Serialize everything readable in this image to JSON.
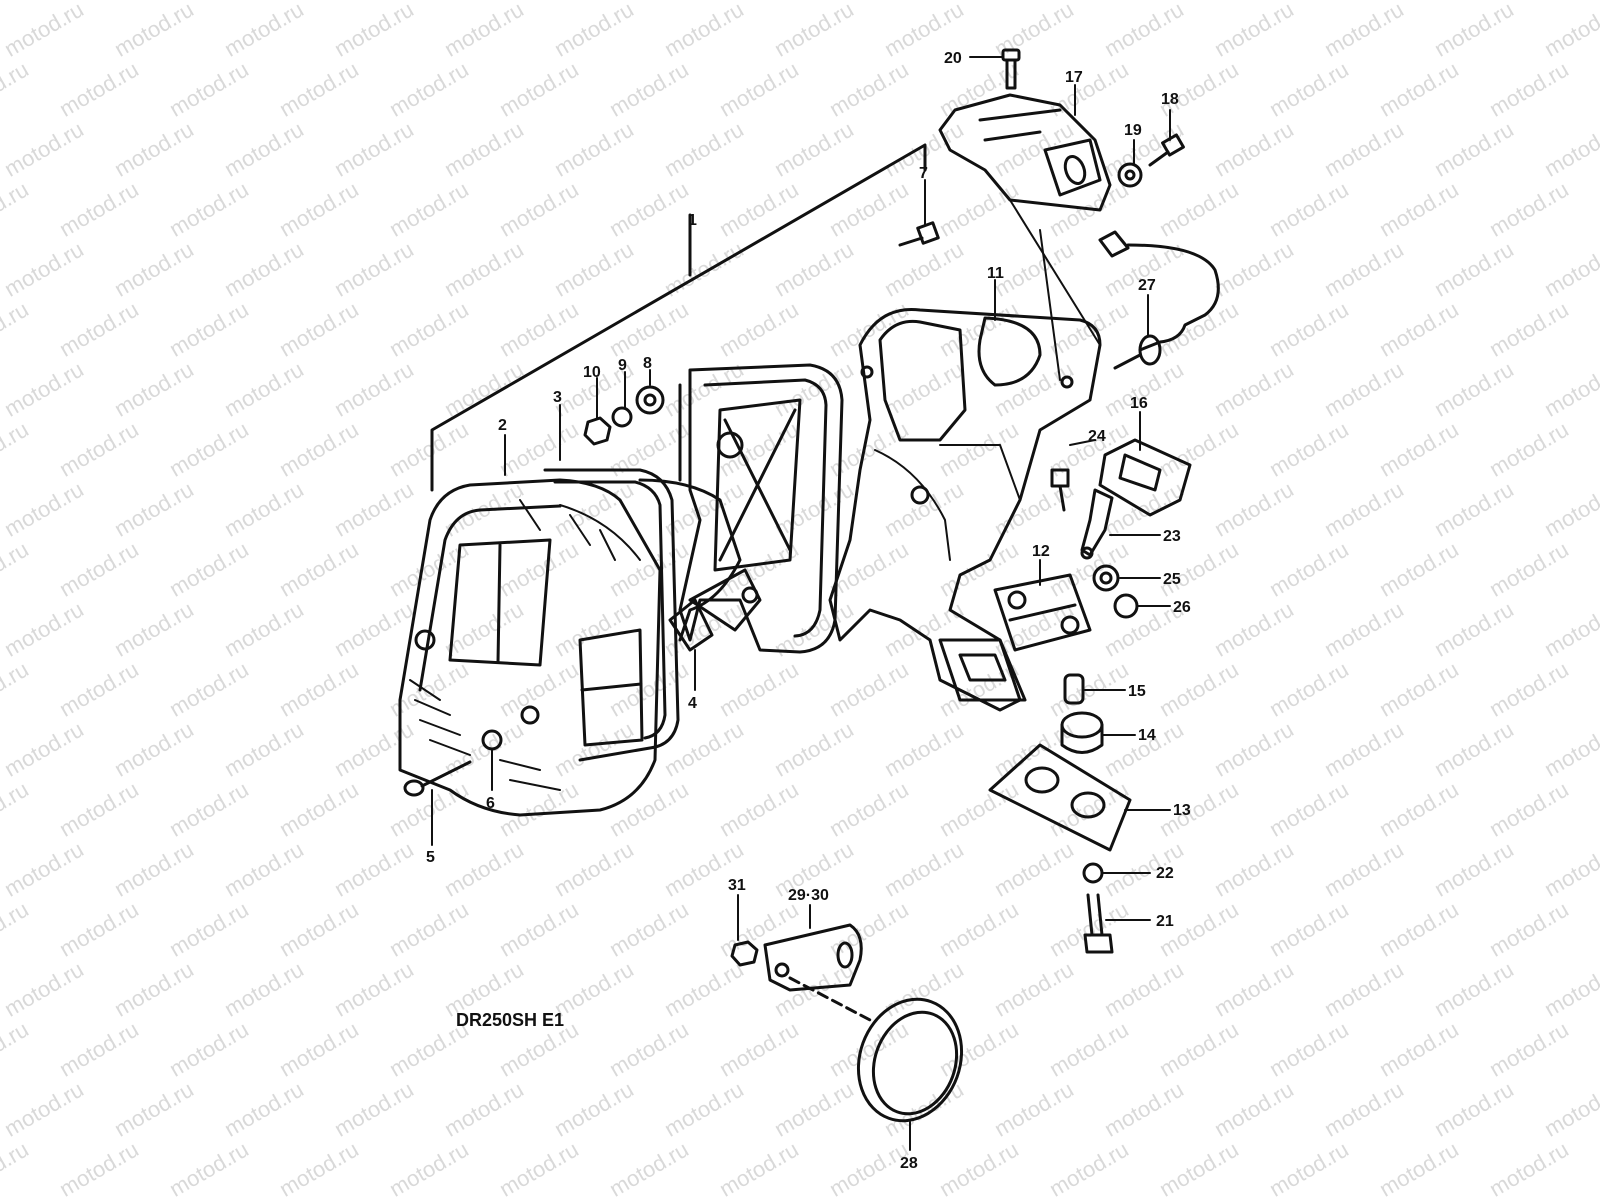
{
  "diagram": {
    "model_code": "DR250SH E1",
    "watermark": "motod.ru",
    "colors": {
      "ink": "#111111",
      "paper": "#ffffff",
      "watermark": "#d9d9d9"
    },
    "callouts": {
      "c1": "1",
      "c2": "2",
      "c3": "3",
      "c4": "4",
      "c5": "5",
      "c6": "6",
      "c7": "7",
      "c8": "8",
      "c9": "9",
      "c10": "10",
      "c11": "11",
      "c12": "12",
      "c13": "13",
      "c14": "14",
      "c15": "15",
      "c16": "16",
      "c17": "17",
      "c18": "18",
      "c19": "19",
      "c20": "20",
      "c21": "21",
      "c22": "22",
      "c23": "23",
      "c24": "24",
      "c25": "25",
      "c26": "26",
      "c27": "27",
      "c28": "28",
      "c29_30": "29·30",
      "c31": "31"
    }
  }
}
